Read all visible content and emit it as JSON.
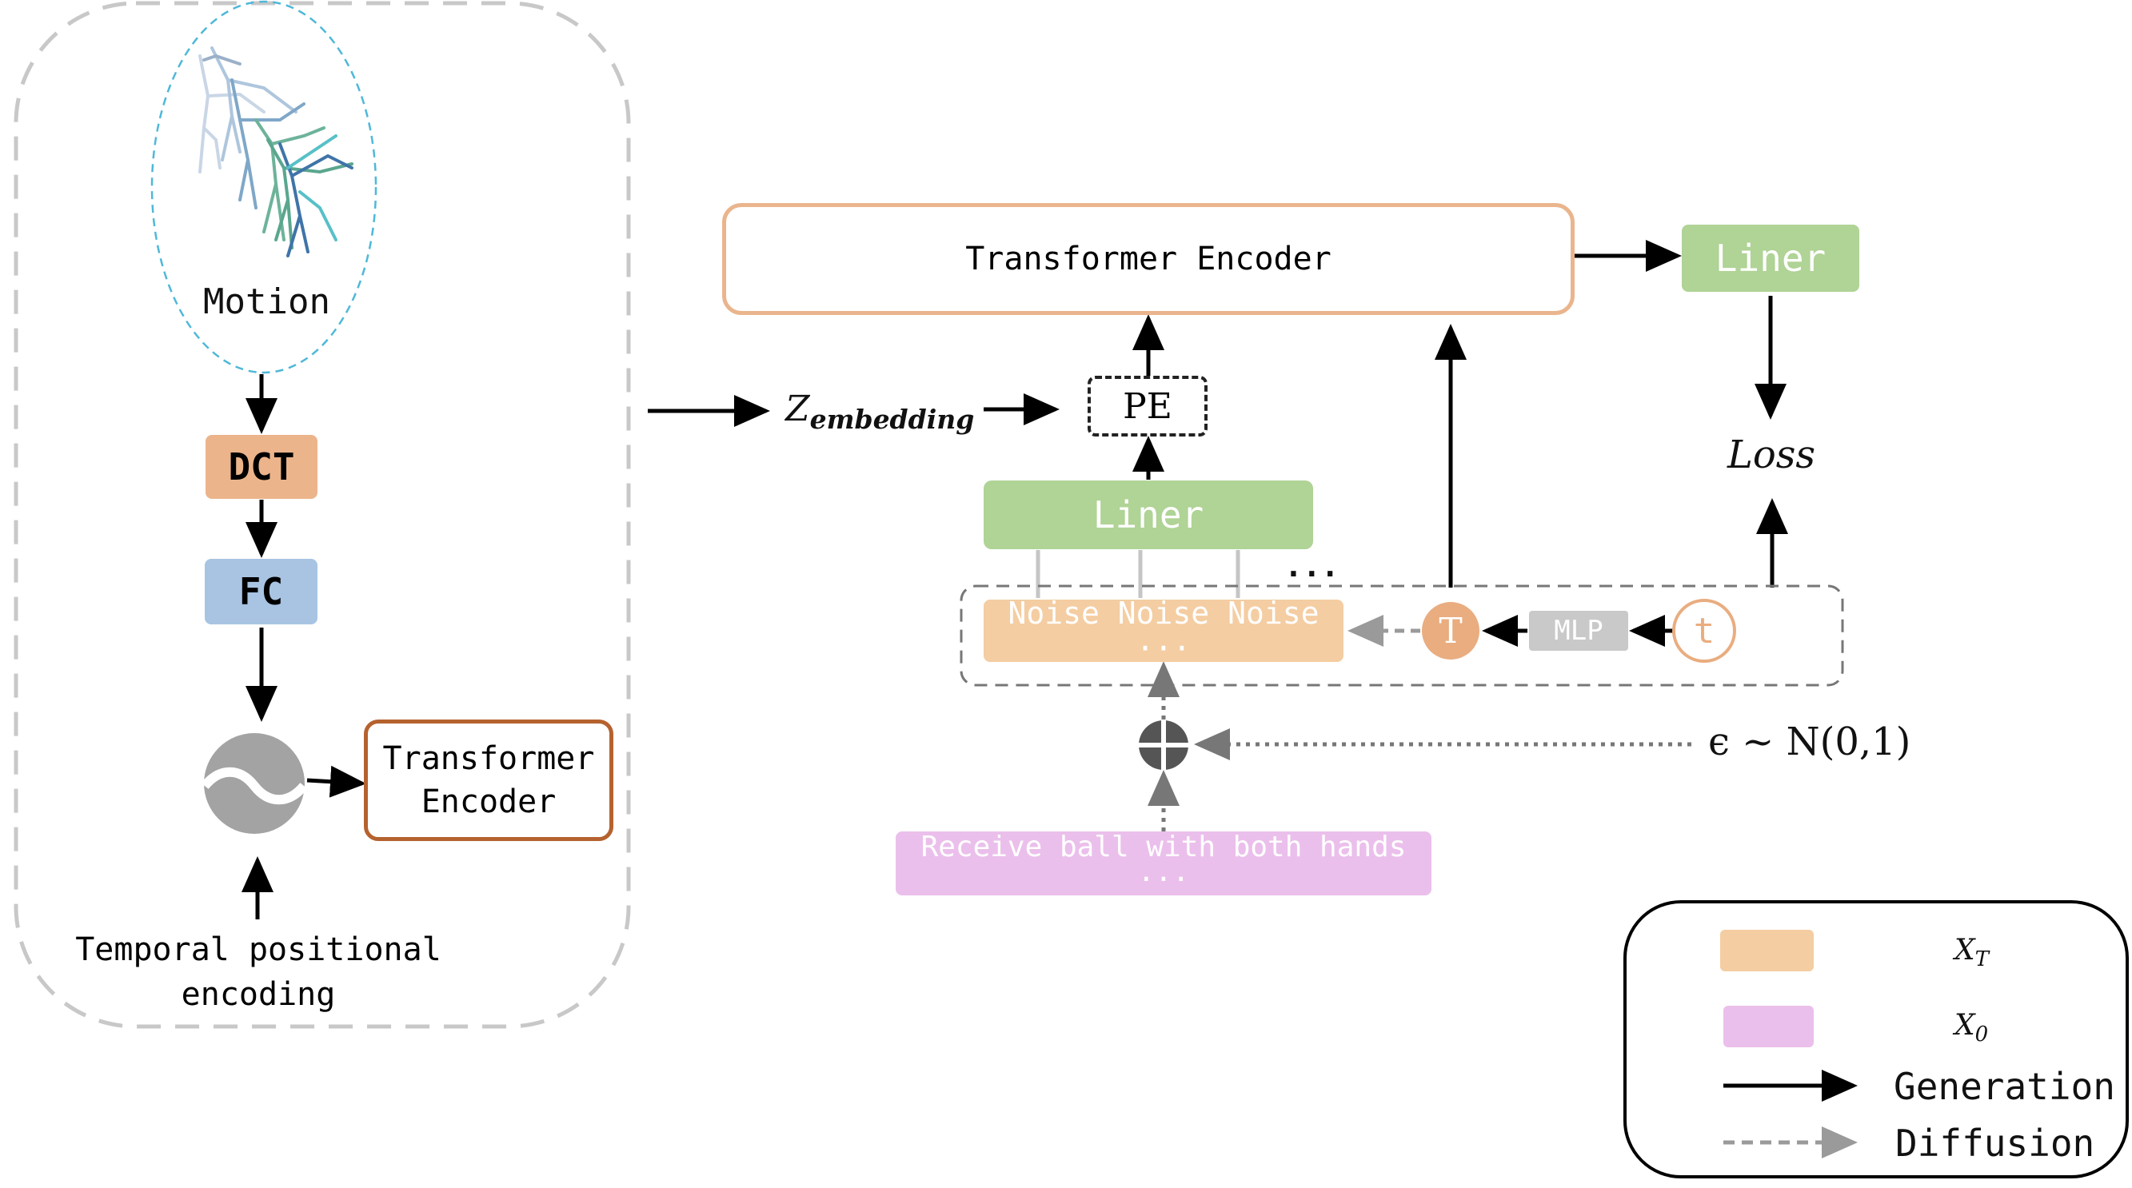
{
  "left_panel": {
    "motion_label": "Motion",
    "dct_label": "DCT",
    "fc_label": "FC",
    "encoder_label_line1": "Transformer",
    "encoder_label_line2": "Encoder",
    "tpe_label_line1": "Temporal positional",
    "tpe_label_line2": "encoding"
  },
  "middle": {
    "z_main": "Z",
    "z_sub": "embedding",
    "pe_label": "PE",
    "liner_label": "Liner",
    "ellipsis": "...",
    "noise_label": "Noise Noise Noise ···",
    "T_label": "T",
    "mlp_label": "MLP",
    "t_label": "t",
    "text_prompt": "Receive ball with both hands ···",
    "epsilon_label": "ϵ ~ N(0,1)"
  },
  "top": {
    "encoder_label": "Transformer Encoder",
    "liner_label": "Liner",
    "loss_label": "Loss"
  },
  "legend": {
    "xt_main": "X",
    "xt_sub": "T",
    "x0_main": "X",
    "x0_sub": "0",
    "generation_label": "Generation",
    "diffusion_label": "Diffusion"
  },
  "colors": {
    "dct": "#ecb48b",
    "fc": "#a8c4e2",
    "liner": "#b0d396",
    "noise": "#f4cda2",
    "T_circle": "#e9ad80",
    "mlp": "#c9c9c9",
    "text_prompt": "#ebbfeb",
    "encoder_border_top": "#eab58d",
    "encoder_border_left": "#b5622f",
    "plus_circle": "#555555",
    "gray_circle": "#a3a3a3"
  }
}
